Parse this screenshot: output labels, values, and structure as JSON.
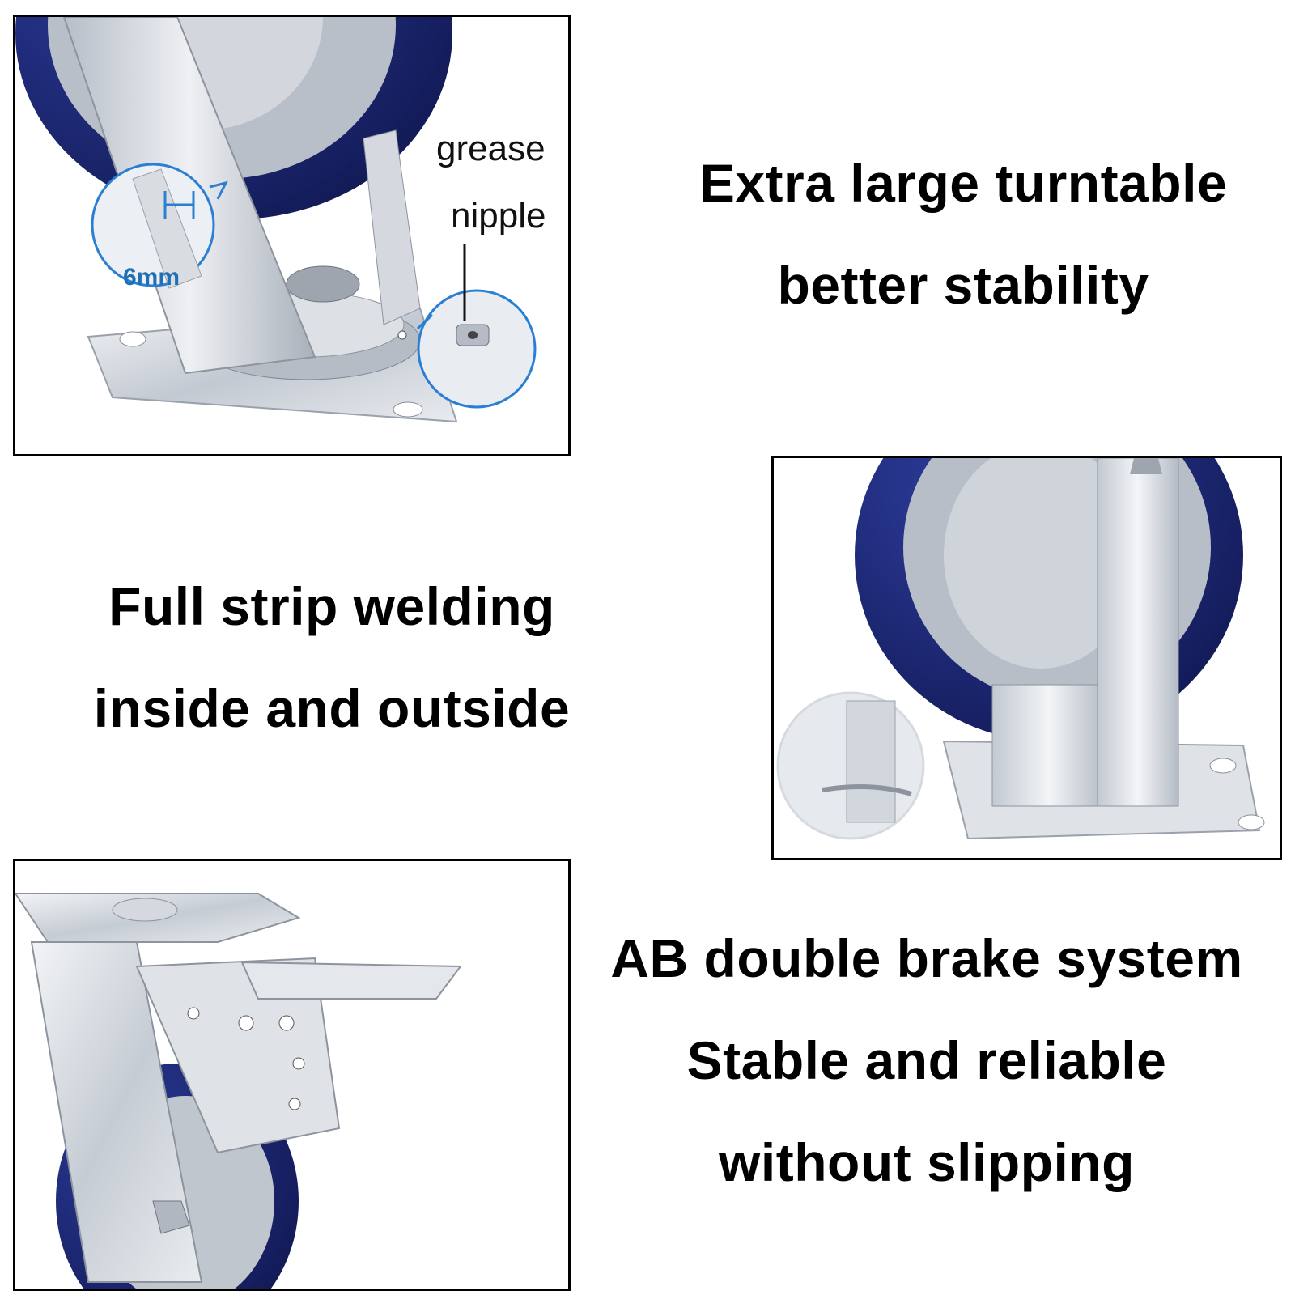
{
  "captions": {
    "turntable": [
      "Extra large turntable",
      "better stability"
    ],
    "welding": [
      "Full strip welding",
      "inside and outside"
    ],
    "brake": [
      "AB double brake system",
      "Stable and reliable",
      "without slipping"
    ]
  },
  "callouts": {
    "grease_nipple": [
      "grease",
      "nipple"
    ],
    "thickness": "6mm"
  },
  "colors": {
    "wheel_blue": "#1b2870",
    "steel": "#c9ced6",
    "callout_blue": "#2a7fd3"
  },
  "icons": [
    "swivel-caster-closeup",
    "rigid-caster-closeup",
    "brake-caster-closeup"
  ]
}
